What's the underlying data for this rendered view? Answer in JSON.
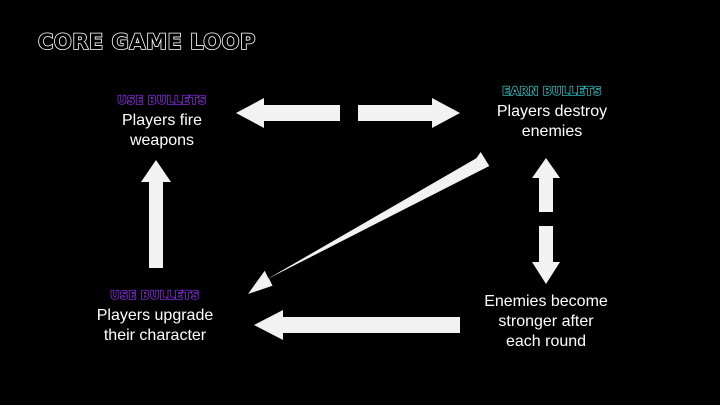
{
  "title": "CORE GAME LOOP",
  "colors": {
    "background": "#000000",
    "use_bullets_accent": "#9b30ff",
    "earn_bullets_accent": "#2fd9d9",
    "arrow": "#f2f2f2"
  },
  "nodes": {
    "use_fire": {
      "tag": "USE BULLETS",
      "text": "Players fire\nweapons"
    },
    "earn": {
      "tag": "EARN BULLETS",
      "text": "Players destroy\nenemies"
    },
    "upgrade": {
      "tag": "USE BULLETS",
      "text": "Players upgrade\ntheir character"
    },
    "enemies": {
      "tag": "",
      "text": "Enemies become\nstronger after\neach round"
    }
  }
}
